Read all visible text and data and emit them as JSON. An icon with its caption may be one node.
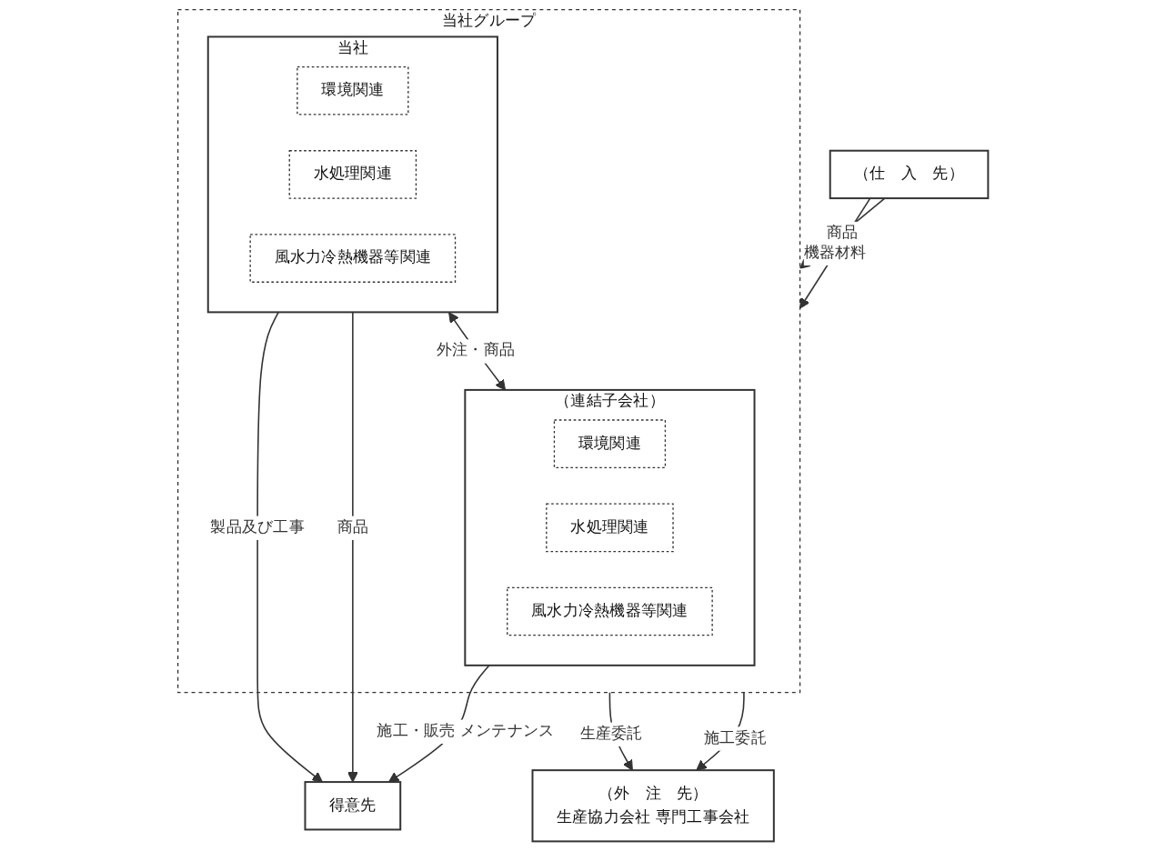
{
  "diagram": {
    "nodes": [
      {
        "text": [
          "得意先"
        ]
      },
      {
        "text": [
          "当社グループ"
        ]
      },
      {
        "text": [
          "当社"
        ],
        "in": 1
      },
      {
        "text": [
          "環境関連"
        ],
        "in": 2
      },
      {
        "text": [
          "水処理関連"
        ],
        "in": 2
      },
      {
        "text": [
          "風水力冷熱機器等関連"
        ],
        "in": 2
      },
      {
        "text": [
          "（連結子会社）"
        ],
        "in": 1
      },
      {
        "text": [
          "環境関連"
        ],
        "in": 6
      },
      {
        "text": [
          "水処理関連"
        ],
        "in": 6
      },
      {
        "text": [
          "風水力冷熱機器等関連"
        ],
        "in": 6
      },
      {
        "text": [
          "（外　注　先）",
          "生産協力会社 専門工事会社"
        ]
      },
      {
        "text": [
          "（仕　入　先）"
        ]
      }
    ],
    "edges": [
      {
        "from": 2,
        "to": 0,
        "arrow": "to",
        "label": "製品及び工事"
      },
      {
        "from": 2,
        "to": 0,
        "arrow": "to",
        "label": "商品"
      },
      {
        "from": 6,
        "to": 0,
        "arrow": "to",
        "label": "施工・販売 メンテナンス"
      },
      {
        "from": 2,
        "to": 6,
        "arrow": "both",
        "label": "外注・商品"
      },
      {
        "from": 1,
        "to": 10,
        "arrow": "to",
        "label": "生産委託"
      },
      {
        "from": 1,
        "to": 10,
        "arrow": "to",
        "label": "施工委託"
      },
      {
        "from": 11,
        "to": 1,
        "arrow": "to",
        "label": "機器材料"
      },
      {
        "from": 11,
        "to": 1,
        "arrow": "to",
        "label": "商品"
      }
    ]
  }
}
